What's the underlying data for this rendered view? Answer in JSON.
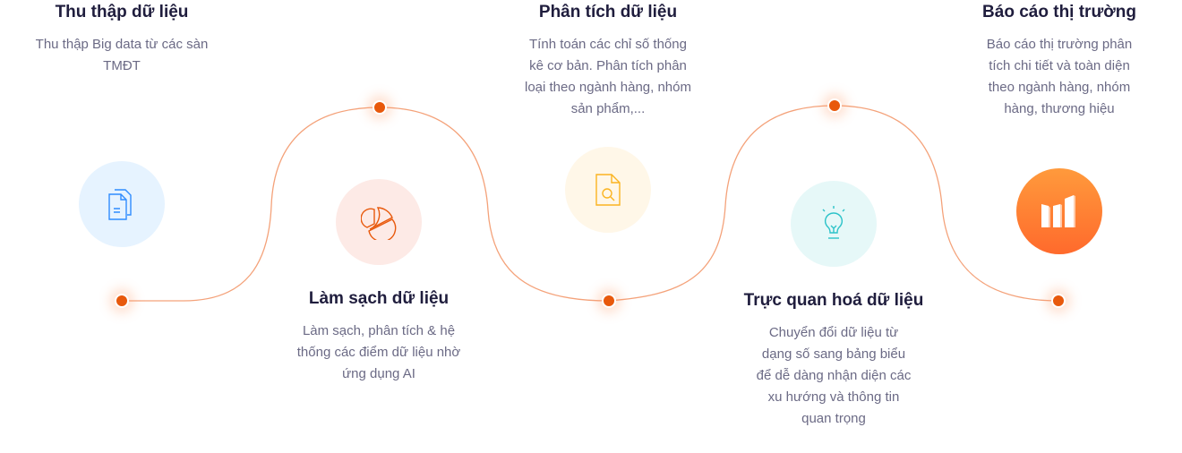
{
  "colors": {
    "accent": "#e8590c",
    "line": "#f4a27a",
    "heading": "#1f1d3d",
    "text": "#6b6a85"
  },
  "steps": [
    {
      "title": "Thu thập dữ liệu",
      "desc": "Thu thập Big data từ các sàn TMĐT",
      "icon": "documents-icon"
    },
    {
      "title": "Làm sạch dữ liệu",
      "desc": "Làm sạch, phân tích & hệ thống các điểm dữ liệu nhờ ứng dụng AI",
      "icon": "pie-chart-icon"
    },
    {
      "title": "Phân tích dữ liệu",
      "desc": "Tính toán các chỉ số thống kê cơ bản. Phân tích phân loại theo ngành hàng, nhóm sản phẩm,...",
      "icon": "file-search-icon"
    },
    {
      "title": "Trực quan hoá dữ liệu",
      "desc": "Chuyển đổi dữ liệu từ dạng số sang bảng biểu để dễ dàng nhận diện các xu hướng và thông tin quan trọng",
      "icon": "lightbulb-icon"
    },
    {
      "title": "Báo cáo thị trường",
      "desc": "Báo cáo thị trường phân tích chi tiết và toàn diện theo ngành hàng, nhóm hàng, thương hiệu",
      "icon": "bar-chart-icon"
    }
  ]
}
